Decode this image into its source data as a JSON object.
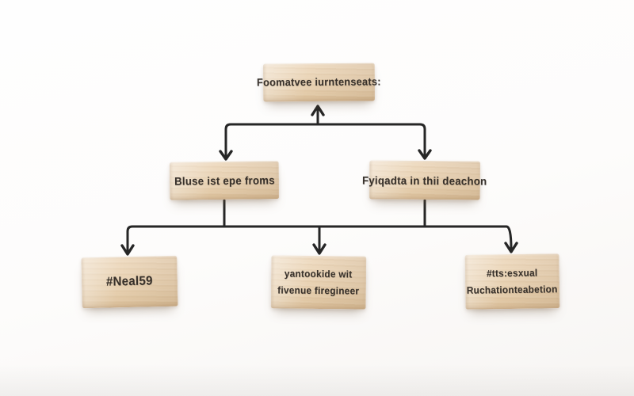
{
  "palette": {
    "background": "#fdfcfb",
    "block_wood": "#e7d0b0",
    "wire": "#262626",
    "stamp_text": "#2d2722"
  },
  "nodes": {
    "root": {
      "lines": [
        "Foomatvee iurntenseats:"
      ]
    },
    "branch_left": {
      "lines": [
        "Bluse ist epe froms"
      ]
    },
    "branch_right": {
      "lines": [
        "Fyiqadta in thii deachon"
      ]
    },
    "leaf_left": {
      "lines": [
        "#Neal59"
      ]
    },
    "leaf_middle": {
      "lines": [
        "yantookide wit",
        "fivenue firegineer"
      ]
    },
    "leaf_right": {
      "lines": [
        "#tts:esxual",
        "Ruchationteabetion"
      ]
    }
  },
  "edges": {
    "top_bus": {
      "parent": "root",
      "children": [
        "branch_left",
        "branch_right"
      ],
      "arrow_into_children": true,
      "arrow_into_parent": true
    },
    "bottom_bus": {
      "parents": [
        "branch_left",
        "branch_right"
      ],
      "children": [
        "leaf_left",
        "leaf_middle",
        "leaf_right"
      ],
      "arrow_into_children": true
    }
  }
}
